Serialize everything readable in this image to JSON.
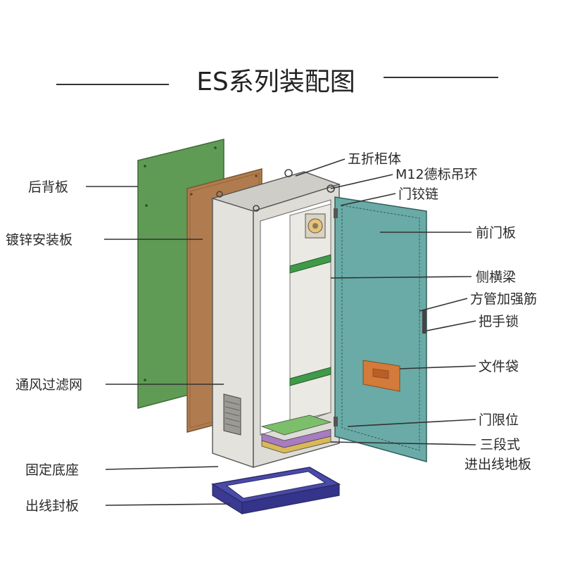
{
  "title": "ES系列装配图",
  "labels": {
    "rear_panel": "后背板",
    "mounting_plate": "镀锌安装板",
    "vent_filter": "通风过滤网",
    "fixed_base": "固定底座",
    "cable_cover": "出线封板",
    "frame_body": "五折柜体",
    "lifting_ring": "M12德标吊环",
    "hinge": "门铰链",
    "front_door": "前门板",
    "side_beam": "侧横梁",
    "square_tube": "方管加强筋",
    "handle_lock": "把手锁",
    "document_pocket": "文件袋",
    "door_stop": "门限位",
    "floor_plate_line1": "三段式",
    "floor_plate_line2": "进出线地板"
  },
  "colors": {
    "rear_panel": "#5f9b55",
    "mounting_plate": "#b07c4f",
    "cabinet_body": "#e4e2dc",
    "front_door": "#6aaba7",
    "side_beam": "#3f9a4a",
    "document_pocket": "#d47a3a",
    "base": "#4a4aa8",
    "floor_purple": "#a77cc0",
    "floor_green": "#7bbf6a"
  }
}
